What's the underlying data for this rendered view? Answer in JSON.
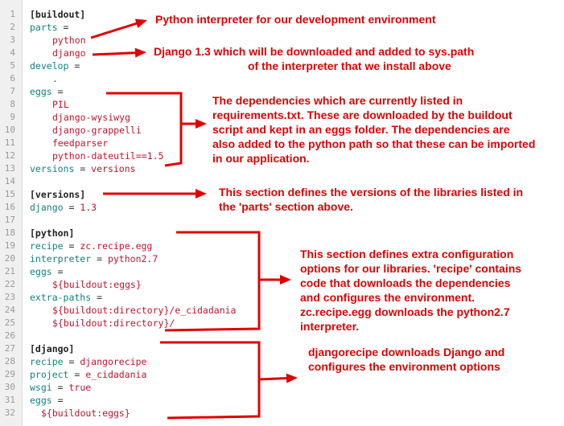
{
  "line_numbers": [
    "1",
    "2",
    "3",
    "4",
    "5",
    "6",
    "7",
    "8",
    "9",
    "10",
    "11",
    "12",
    "13",
    "14",
    "15",
    "16",
    "17",
    "18",
    "19",
    "20",
    "21",
    "22",
    "23",
    "24",
    "25",
    "26",
    "27",
    "28",
    "29",
    "30",
    "31",
    "32"
  ],
  "code": {
    "l1": {
      "header": "[buildout]"
    },
    "l2": {
      "key": "parts",
      "op": " ="
    },
    "l3": {
      "value": "python"
    },
    "l4": {
      "value": "django"
    },
    "l5": {
      "key": "develop",
      "op": " ="
    },
    "l6": {
      "value": "."
    },
    "l7": {
      "key": "eggs",
      "op": " ="
    },
    "l8": {
      "value": "PIL"
    },
    "l9": {
      "value": "django-wysiwyg"
    },
    "l10": {
      "value": "django-grappelli"
    },
    "l11": {
      "value": "feedparser"
    },
    "l12": {
      "value": "python-dateutil==1.5"
    },
    "l13": {
      "key": "versions",
      "op": " = ",
      "value": "versions"
    },
    "l15": {
      "header": "[versions]"
    },
    "l16": {
      "key": "django",
      "op": " = ",
      "value": "1.3"
    },
    "l18": {
      "header": "[python]"
    },
    "l19": {
      "key": "recipe",
      "op": " = ",
      "value": "zc.recipe.egg"
    },
    "l20": {
      "key": "interpreter",
      "op": " = ",
      "value": "python2.7"
    },
    "l21": {
      "key": "eggs",
      "op": " ="
    },
    "l22": {
      "value": "${buildout:eggs}"
    },
    "l23": {
      "key": "extra-paths",
      "op": " ="
    },
    "l24": {
      "value": "${buildout:directory}/e_cidadania"
    },
    "l25": {
      "value": "${buildout:directory}/"
    },
    "l27": {
      "header": "[django]"
    },
    "l28": {
      "key": "recipe",
      "op": " = ",
      "value": "djangorecipe"
    },
    "l29": {
      "key": "project",
      "op": " = ",
      "value": "e_cidadania"
    },
    "l30": {
      "key": "wsgi",
      "op": " = ",
      "value": "true"
    },
    "l31": {
      "key": "eggs",
      "op": " ="
    },
    "l32": {
      "value": "${buildout:eggs}"
    }
  },
  "annotations": {
    "python": [
      "Python interpreter for our development environment"
    ],
    "django": [
      "Django 1.3 which will be downloaded and added to sys.path",
      "of the interpreter that we install above"
    ],
    "eggs": [
      "The dependencies which are currently listed in",
      "requirements.txt. These are downloaded by the buildout",
      "script and kept in an eggs folder. The dependencies are",
      "also added to the python path so that these can be imported",
      "in our application."
    ],
    "versions": [
      "This section defines the versions of the libraries listed in",
      "the 'parts' section above."
    ],
    "python_section": [
      "This section defines extra configuration",
      "options for our libraries. 'recipe' contains",
      "code that downloads the dependencies",
      "and configures the environment.",
      "zc.recipe.egg downloads the python2.7",
      "interpreter."
    ],
    "django_section": [
      "djangorecipe downloads Django and",
      "configures the environment options"
    ]
  },
  "colors": {
    "annotation": "#e00000",
    "header": "#222222",
    "key": "#108080",
    "value": "#c0142c",
    "gutter_bg": "#f0f0f0",
    "gutter_text": "#9a9a9a"
  }
}
